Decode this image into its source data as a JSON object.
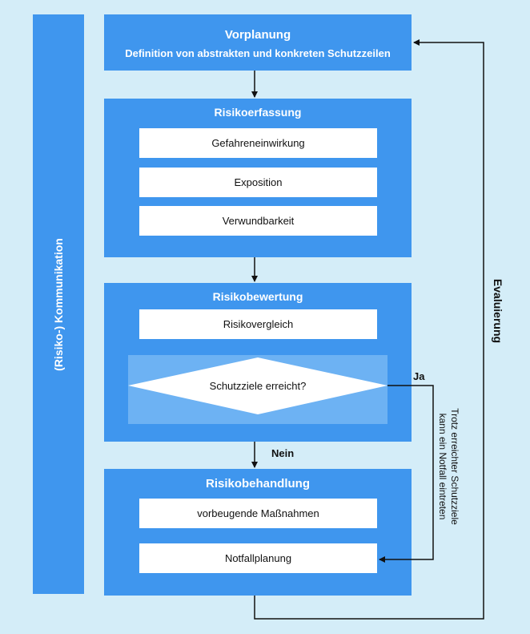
{
  "side": {
    "label": "(Risiko-) Kommunikation"
  },
  "vorplanung": {
    "title": "Vorplanung",
    "subtitle": "Definition von abstrakten und konkreten Schutzzeilen"
  },
  "risikoerfassung": {
    "title": "Risikoerfassung",
    "items": [
      "Gefahreneinwirkung",
      "Exposition",
      "Verwundbarkeit"
    ]
  },
  "risikobewertung": {
    "title": "Risikobewertung",
    "items": [
      "Risikovergleich"
    ],
    "decision": "Schutzziele erreicht?"
  },
  "risikobehandlung": {
    "title": "Risikobehandlung",
    "items": [
      "vorbeugende Maßnahmen",
      "Notfallplanung"
    ]
  },
  "labels": {
    "yes": "Ja",
    "no": "Nein",
    "evaluation": "Evaluierung",
    "note_line1": "Trotz erreichter Schutzziele",
    "note_line2": "kann ein Notfall eintreten"
  },
  "colors": {
    "background": "#d4edf8",
    "panel": "#3f96ee",
    "decision_zone": "#6db2f3",
    "box": "#ffffff",
    "line": "#111111"
  }
}
